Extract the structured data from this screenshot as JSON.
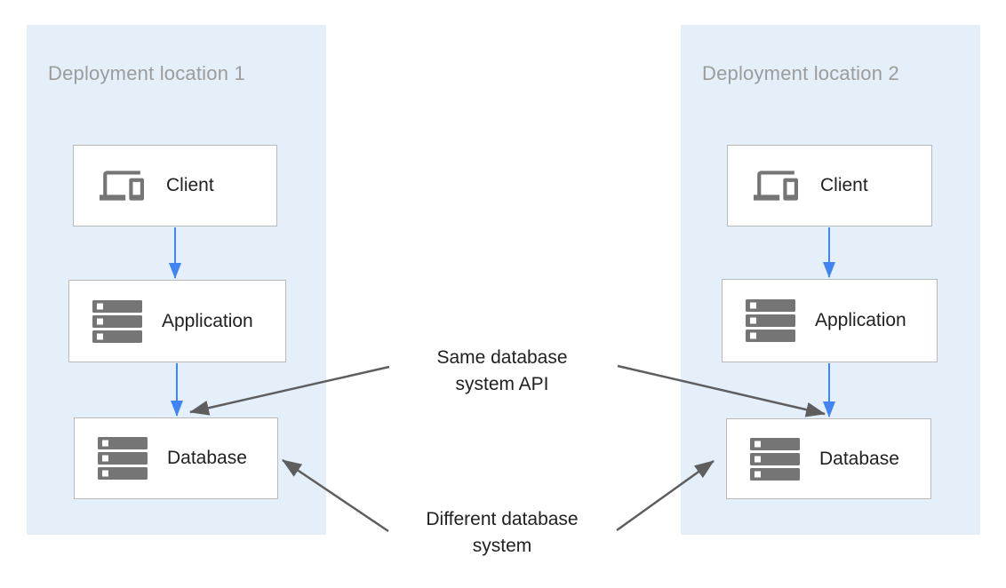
{
  "panels": [
    {
      "title": "Deployment location 1",
      "boxes": [
        {
          "label": "Client",
          "icon": "devices-icon"
        },
        {
          "label": "Application",
          "icon": "server-stack-icon"
        },
        {
          "label": "Database",
          "icon": "server-stack-icon"
        }
      ]
    },
    {
      "title": "Deployment location 2",
      "boxes": [
        {
          "label": "Client",
          "icon": "devices-icon"
        },
        {
          "label": "Application",
          "icon": "server-stack-icon"
        },
        {
          "label": "Database",
          "icon": "server-stack-icon"
        }
      ]
    }
  ],
  "annotations": [
    {
      "line1": "Same database",
      "line2": "system API"
    },
    {
      "line1": "Different database",
      "line2": "system"
    }
  ],
  "colors": {
    "panel_bg": "#e4effa",
    "box_bg": "#ffffff",
    "box_border": "#b9b9b9",
    "arrow_blue": "#4284f3",
    "arrow_gray": "#5e5e5e",
    "icon_gray": "#757575",
    "title_text": "#9c9c9c",
    "label_text": "#212124"
  }
}
